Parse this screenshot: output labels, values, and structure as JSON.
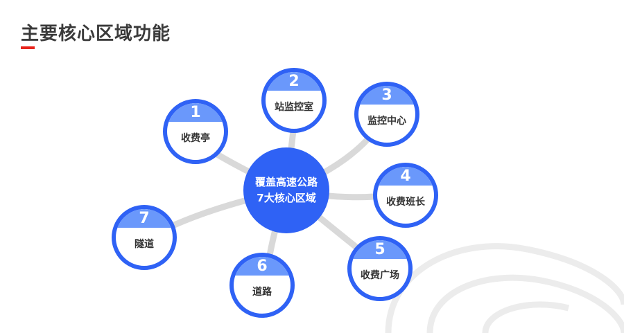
{
  "title": "主要核心区域功能",
  "center": "覆盖高速公路7大核心区域",
  "nodes": [
    {
      "num": "1",
      "label": "收费亭"
    },
    {
      "num": "2",
      "label": "站监控室"
    },
    {
      "num": "3",
      "label": "监控中心"
    },
    {
      "num": "4",
      "label": "收费班长"
    },
    {
      "num": "5",
      "label": "收费广场"
    },
    {
      "num": "6",
      "label": "道路"
    },
    {
      "num": "7",
      "label": "隧道"
    }
  ],
  "colors": {
    "primary": "#2f62f5",
    "cap": "#6a98fb",
    "accent": "#e8231b",
    "connector": "#d9d9d9"
  }
}
